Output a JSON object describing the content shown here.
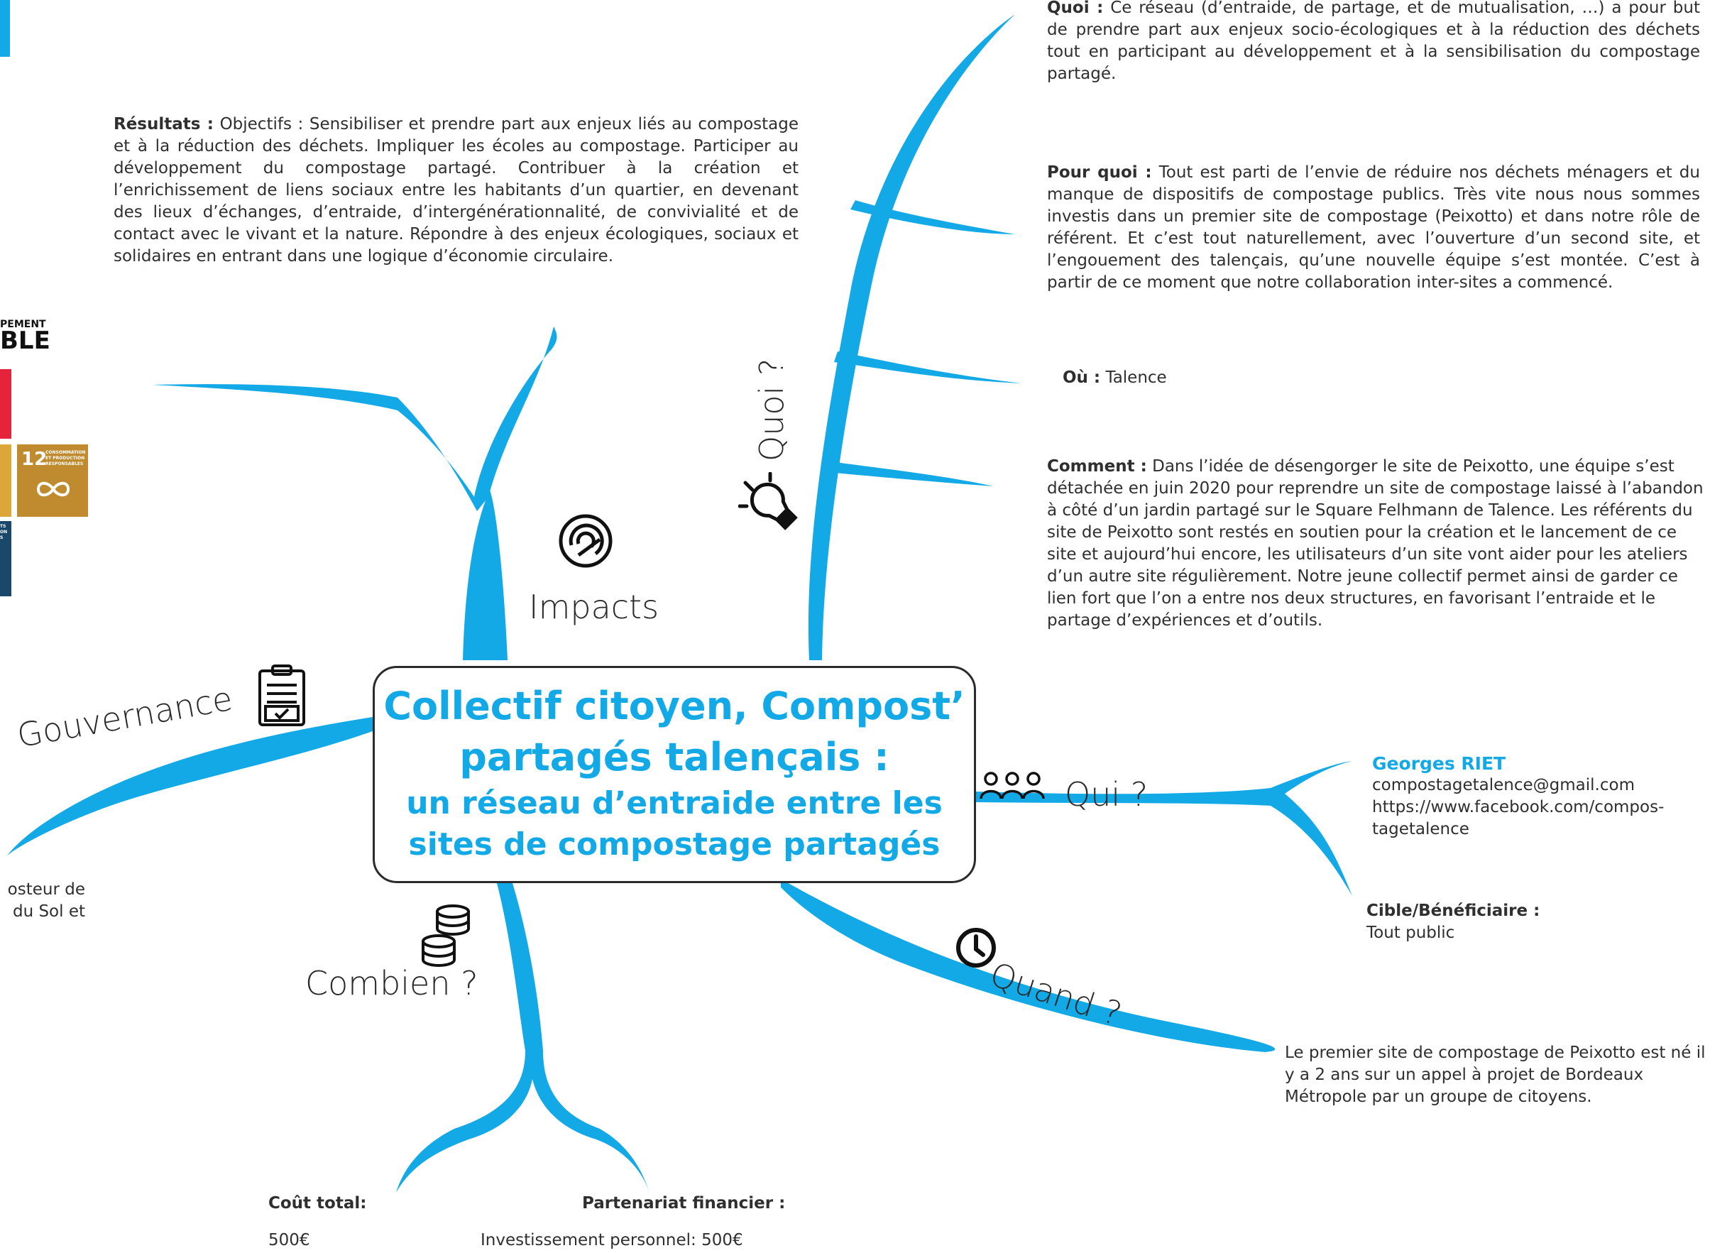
{
  "colors": {
    "accent": "#12a9e6",
    "text": "#2f2f2f",
    "sdg_orange": "#c8922a",
    "sdg_red": "#e5243b",
    "sdg_navy": "#19486a"
  },
  "center": {
    "title_line1": "Collectif citoyen, Compost’",
    "title_line2": "partagés talençais :",
    "subtitle_line1": "un réseau d’entraide entre les",
    "subtitle_line2": "sites de compostage partagés"
  },
  "branches": {
    "impacts": "Impacts",
    "quoi": "Quoi ?",
    "qui": "Qui ?",
    "quand": "Quand ?",
    "combien": "Combien ?",
    "gouvernance": "Gouvernance"
  },
  "icons": [
    "target-icon",
    "lightbulb-icon",
    "people-icon",
    "clock-icon",
    "coins-icon",
    "clipboard-icon"
  ],
  "quoi": {
    "quoi_label": "Quoi :",
    "quoi_text": "Ce réseau (d’entraide, de partage, et de mutualisation, …) a pour but de prendre part aux enjeux socio-écologiques et à la réduction des déchets tout en participant au développement et à la sensibilisation du compostage partagé.",
    "pourquoi_label": "Pour quoi :",
    "pourquoi_text": "Tout est parti de l’envie de réduire nos déchets ménagers et du manque de dispositifs de compostage publics. Très vite nous nous sommes investis dans un premier site de compostage (Peixotto) et dans notre rôle de référent. Et c’est tout naturellement, avec l’ouverture d’un second site, et l’engouement des talençais, qu’une nouvelle équipe s’est montée. C’est à partir de ce moment que notre collaboration inter-sites a commencé.",
    "ou_label": "Où :",
    "ou_text": "Talence",
    "comment_label": "Comment :",
    "comment_text": "Dans l’idée de désengorger le site de Peixotto, une équipe s’est détachée en juin 2020 pour reprendre un site de compostage laissé à l’abandon à côté d’un jardin partagé sur le Square Felhmann de Talence. Les référents du site de Peixotto sont restés en soutien pour la création et le lancement de ce site et aujourd’hui encore, les utilisateurs d’un site vont aider pour les ateliers d’un autre site régulièrement. Notre jeune collectif permet ainsi de garder ce lien fort que l’on a entre nos deux structures, en favorisant l’entraide et le partage d’expériences et d’outils."
  },
  "impacts": {
    "label": "Résultats :",
    "text": "Objectifs : Sensibiliser et prendre part aux enjeux liés au compostage et à la réduction des déchets. Impliquer les écoles au compostage. Participer au développement du compostage partagé. Contribuer à la création et l’enrichissement de liens sociaux entre les habitants d’un quartier, en devenant des lieux d’échanges, d’entraide, d’intergénérationnalité, de convivialité et de contact avec le vivant et la nature. Répondre à des enjeux écologiques, sociaux et solidaires en entrant dans une logique d’économie circulaire."
  },
  "qui": {
    "name": "Georges RIET",
    "email": "compostagetalence@gmail.com",
    "url_line1": "https://www.facebook.com/compos-",
    "url_line2": "tagetalence",
    "cible_label": "Cible/Bénéficiaire :",
    "cible_text": "Tout public"
  },
  "quand": {
    "text": "Le premier site de compostage de Peixotto est né il y a 2 ans sur un appel à projet de Bordeaux Métropole par un groupe de citoyens."
  },
  "combien": {
    "cout_label": "Coût total:",
    "cout_value": "500€",
    "partenariat_label": "Partenariat financier :",
    "partenariat_value": "Investissement personnel: 500€"
  },
  "gouvernance": {
    "fragment_line1": "osteur de",
    "fragment_line2": "du Sol et"
  },
  "sdg": {
    "header_line1": "PEMENT",
    "header_line2": "BLE",
    "tile12_number": "12",
    "tile12_line1": "CONSOMMATION",
    "tile12_line2": "ET PRODUCTION",
    "tile12_line3": "RESPONSABLES",
    "navy_text": "TS ON S"
  }
}
